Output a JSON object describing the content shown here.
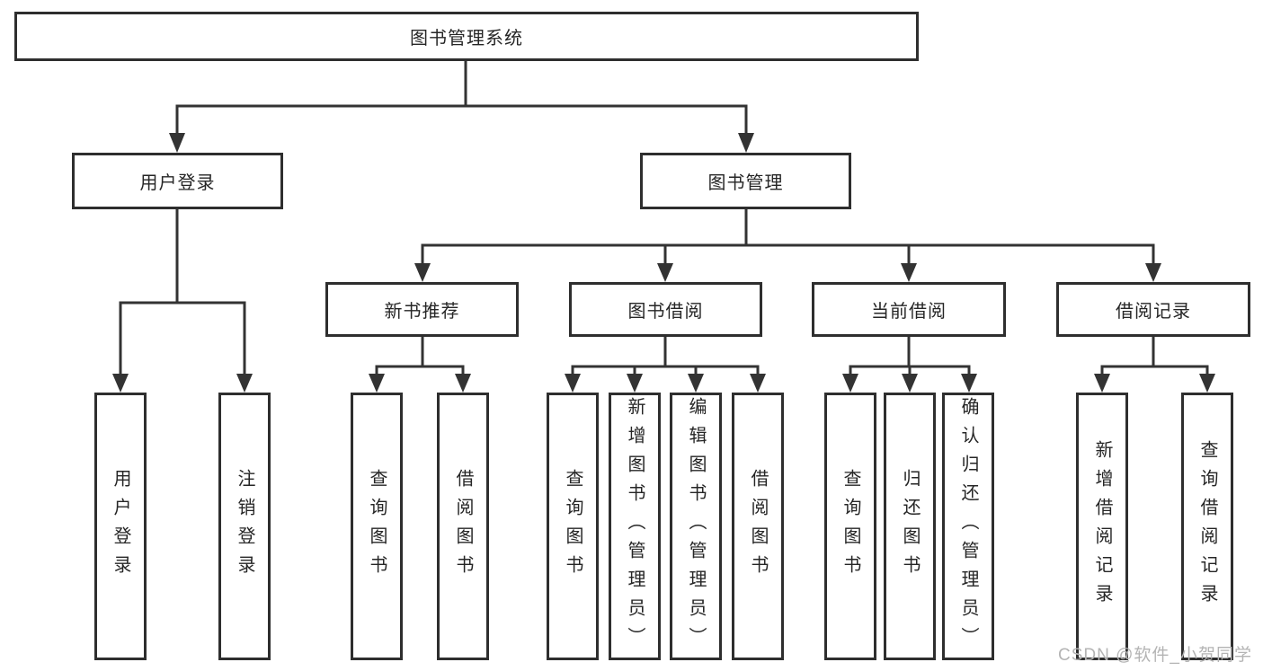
{
  "tree": {
    "root": {
      "label": "图书管理系统"
    },
    "level2": [
      {
        "label": "用户登录",
        "children": [
          {
            "label": "用户登录"
          },
          {
            "label": "注销登录"
          }
        ]
      },
      {
        "label": "图书管理",
        "children": [
          {
            "label": "新书推荐",
            "children": [
              {
                "label": "查询图书"
              },
              {
                "label": "借阅图书"
              }
            ]
          },
          {
            "label": "图书借阅",
            "children": [
              {
                "label": "查询图书"
              },
              {
                "label": "新增图书（管理员）"
              },
              {
                "label": "编辑图书（管理员）"
              },
              {
                "label": "借阅图书"
              }
            ]
          },
          {
            "label": "当前借阅",
            "children": [
              {
                "label": "查询图书"
              },
              {
                "label": "归还图书"
              },
              {
                "label": "确认归还（管理员）"
              }
            ]
          },
          {
            "label": "借阅记录",
            "children": [
              {
                "label": "新增借阅记录"
              },
              {
                "label": "查询借阅记录"
              }
            ]
          }
        ]
      }
    ]
  },
  "watermark": {
    "text": "CSDN @软件_小贺同学"
  },
  "colors": {
    "line": "#333333",
    "box_border": "#2e2e2e",
    "text": "#262626",
    "background": "#ffffff",
    "watermark": "#b4b4b4"
  }
}
